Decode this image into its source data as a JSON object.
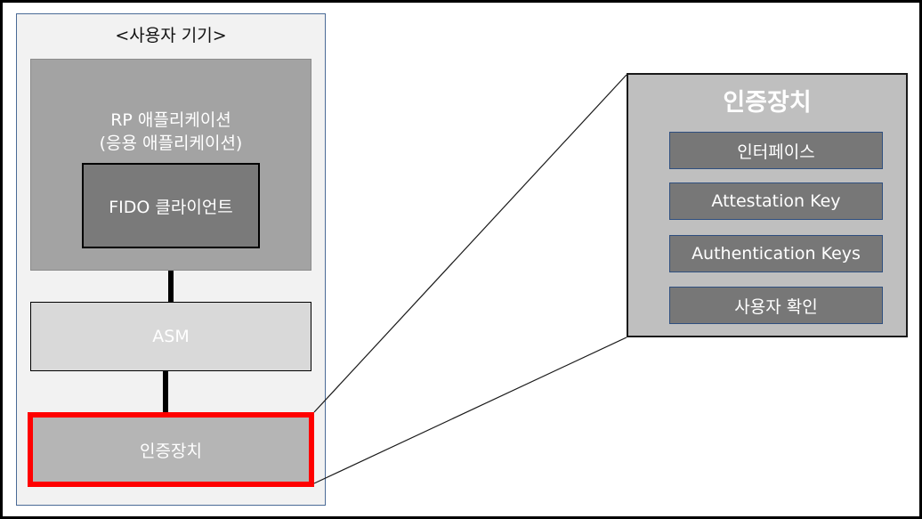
{
  "device": {
    "title": "<사용자 기기>",
    "rp_app": {
      "line1": "RP 애플리케이션",
      "line2": "(응용 애플리케이션)"
    },
    "fido_client": "FIDO 클라이언트",
    "asm": "ASM",
    "authenticator": "인증장치"
  },
  "detail": {
    "title": "인증장치",
    "items": [
      "인터페이스",
      "Attestation Key",
      "Authentication Keys",
      "사용자 확인"
    ]
  },
  "colors": {
    "highlight": "#ff0000",
    "device_border": "#4a6a96",
    "item_border": "#2f4f7f"
  }
}
